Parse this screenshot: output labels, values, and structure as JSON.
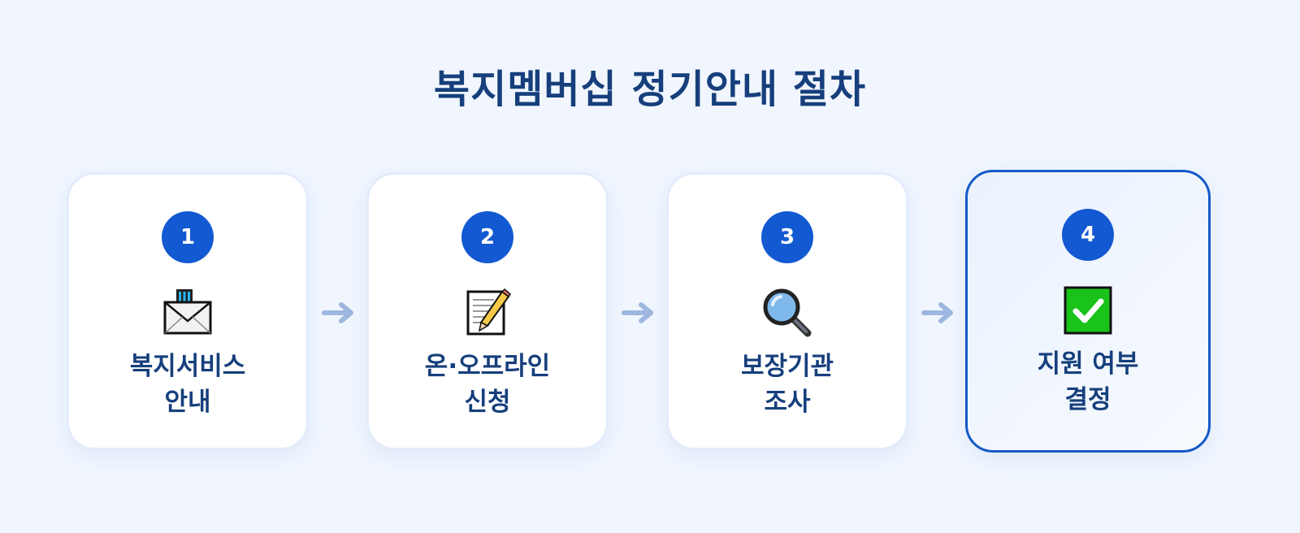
{
  "title": "복지멤버십 정기안내 절차",
  "steps": [
    {
      "number": "1",
      "icon": "envelope-icon",
      "label_line1": "복지서비스",
      "label_line2": "안내"
    },
    {
      "number": "2",
      "icon": "memo-icon",
      "label_line1": "온·오프라인",
      "label_line2": "신청"
    },
    {
      "number": "3",
      "icon": "magnifier-icon",
      "label_line1": "보장기관",
      "label_line2": "조사"
    },
    {
      "number": "4",
      "icon": "check-mark-icon",
      "label_line1": "지원 여부",
      "label_line2": "결정",
      "highlighted": true
    }
  ],
  "colors": {
    "background": "#f1f6fe",
    "title": "#163f7c",
    "badge": "#1259d2",
    "highlight_border": "#1459c8",
    "arrow": "#9db7df",
    "check_green": "#1ac31a"
  }
}
